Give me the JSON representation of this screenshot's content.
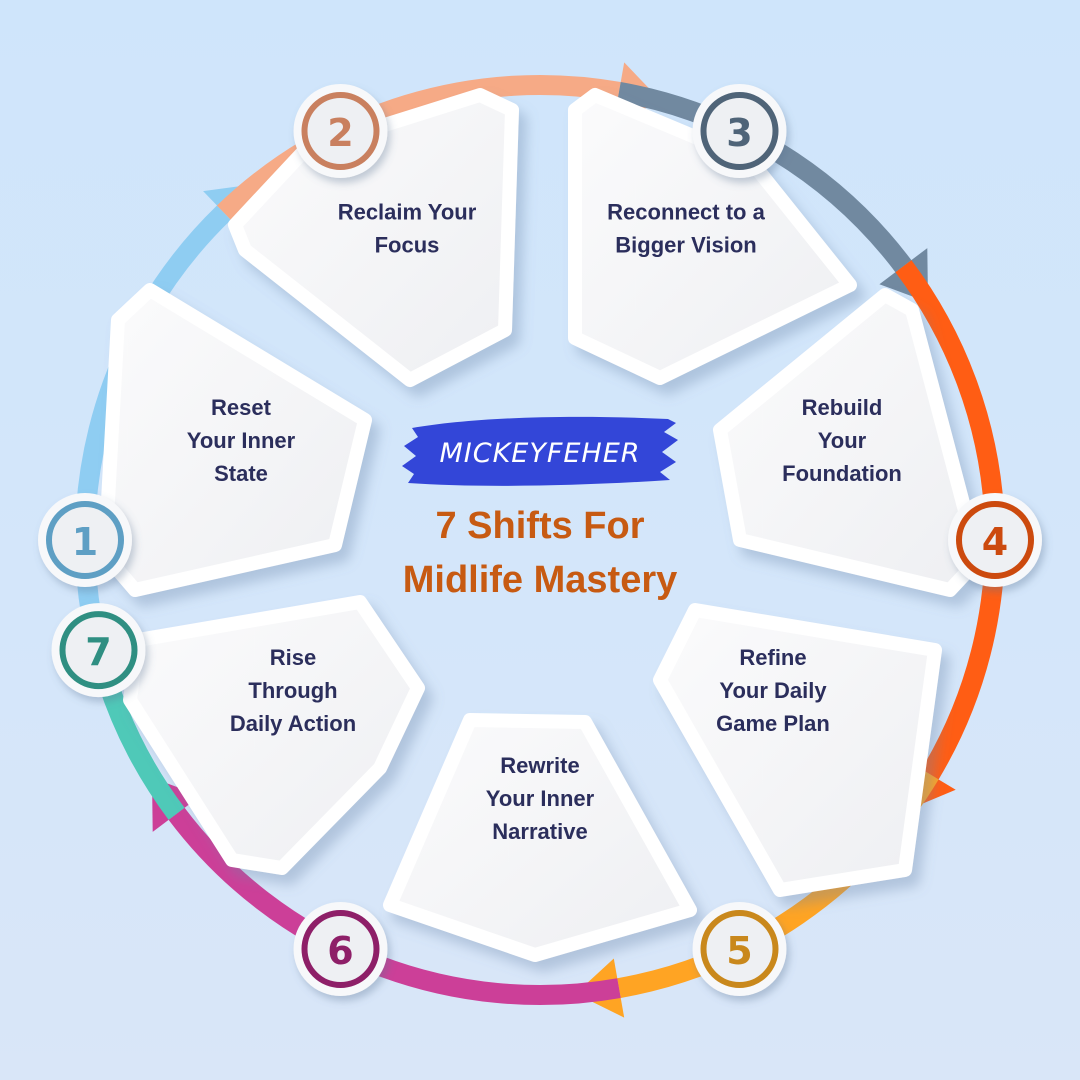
{
  "brand": "MICKEYFEHER",
  "title": {
    "line1": "7 Shifts For",
    "line2": "Midlife Mastery"
  },
  "steps": [
    {
      "number": "1",
      "lines": [
        "Reset",
        "Your Inner",
        "State"
      ],
      "color": "#8fcdf2",
      "dark": "#5e9fc4"
    },
    {
      "number": "2",
      "lines": [
        "Reclaim Your",
        "Focus"
      ],
      "color": "#f6aa86",
      "dark": "#c9805f"
    },
    {
      "number": "3",
      "lines": [
        "Reconnect to a",
        "Bigger Vision"
      ],
      "color": "#7189a0",
      "dark": "#4f6478"
    },
    {
      "number": "4",
      "lines": [
        "Rebuild",
        "Your",
        "Foundation"
      ],
      "color": "#ff5d14",
      "dark": "#cc4a0e"
    },
    {
      "number": "5",
      "lines": [
        "Refine",
        "Your Daily",
        "Game Plan"
      ],
      "color": "#ffa423",
      "dark": "#c9881c"
    },
    {
      "number": "6",
      "lines": [
        "Rewrite",
        "Your Inner",
        "Narrative"
      ],
      "color": "#cc3f98",
      "dark": "#8e1f68"
    },
    {
      "number": "7",
      "lines": [
        "Rise",
        "Through",
        "Daily Action"
      ],
      "color": "#4fc9b8",
      "dark": "#2f8f82"
    }
  ]
}
